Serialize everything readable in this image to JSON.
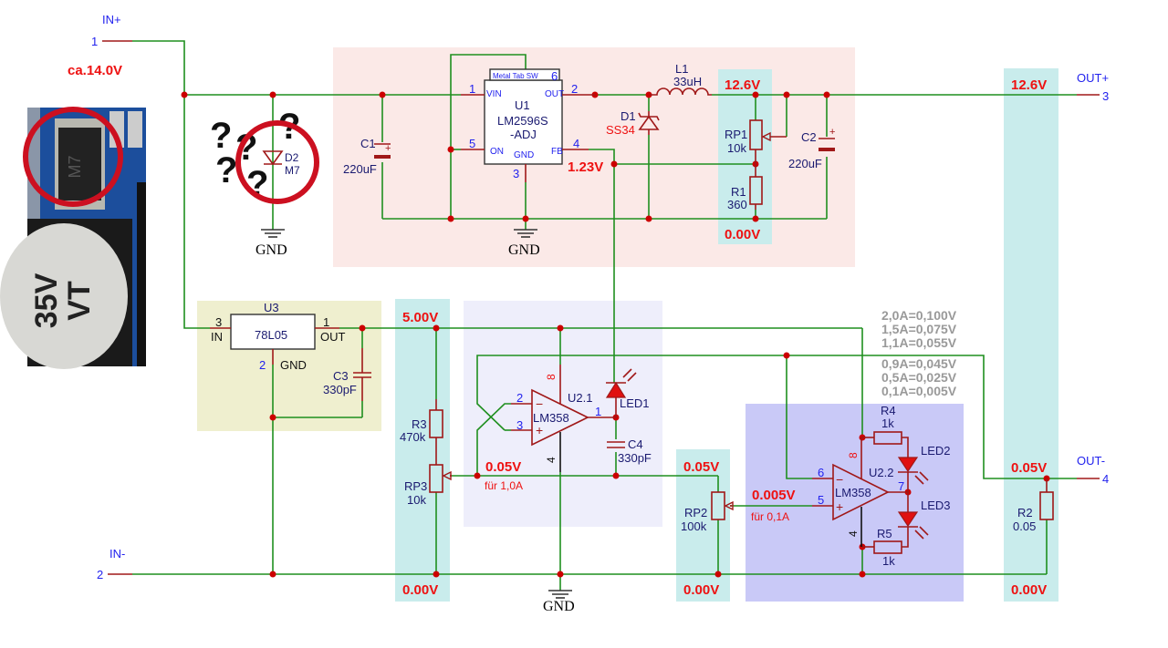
{
  "connectors": {
    "in_plus": {
      "label": "IN+",
      "pin": "1"
    },
    "in_minus": {
      "label": "IN-",
      "pin": "2"
    },
    "out_plus": {
      "label": "OUT+",
      "pin": "3"
    },
    "out_minus": {
      "label": "OUT-",
      "pin": "4"
    }
  },
  "input_voltage": "ca.14.0V",
  "photo": {
    "marking": "M7",
    "cap_text1": "35V",
    "cap_text2": "VT"
  },
  "question_mark": "?",
  "gnd": "GND",
  "d2": {
    "name": "D2",
    "value": "M7"
  },
  "c1": {
    "name": "C1",
    "value": "220uF"
  },
  "u1": {
    "name": "U1",
    "part1": "LM2596S",
    "part2": "-ADJ",
    "tab": "Metal Tab SW",
    "pin_tab": "6",
    "pin_vin": "1",
    "vin": "VIN",
    "pin_out": "2",
    "out": "OUT",
    "pin_on": "5",
    "on": "ON",
    "pin_gnd": "3",
    "gnd": "GND",
    "pin_fb": "4",
    "fb": "FB"
  },
  "l1": {
    "name": "L1",
    "value": "33uH"
  },
  "d1": {
    "name": "D1",
    "value": "SS34"
  },
  "rp1": {
    "name": "RP1",
    "value": "10k"
  },
  "r1": {
    "name": "R1",
    "value": "360"
  },
  "c2": {
    "name": "C2",
    "value": "220uF"
  },
  "u3": {
    "name": "U3",
    "part": "78L05",
    "pin_in": "3",
    "in": "IN",
    "pin_out": "1",
    "out": "OUT",
    "pin_gnd": "2",
    "gnd": "GND"
  },
  "c3": {
    "name": "C3",
    "value": "330pF"
  },
  "r3": {
    "name": "R3",
    "value": "470k"
  },
  "rp3": {
    "name": "RP3",
    "value": "10k"
  },
  "u21": {
    "name": "U2.1",
    "part": "LM358",
    "pin_minus": "2",
    "pin_plus": "3",
    "pin_out": "1",
    "pin_vcc": "8",
    "pin_gnd": "4",
    "minus": "−",
    "plus": "+"
  },
  "led1": {
    "name": "LED1"
  },
  "c4": {
    "name": "C4",
    "value": "330pF"
  },
  "rp2": {
    "name": "RP2",
    "value": "100k"
  },
  "u22": {
    "name": "U2.2",
    "part": "LM358",
    "pin_minus": "6",
    "pin_plus": "5",
    "pin_out": "7",
    "pin_vcc": "8",
    "pin_gnd": "4",
    "minus": "−",
    "plus": "+"
  },
  "r4": {
    "name": "R4",
    "value": "1k"
  },
  "r5": {
    "name": "R5",
    "value": "1k"
  },
  "led2": {
    "name": "LED2"
  },
  "led3": {
    "name": "LED3"
  },
  "r2": {
    "name": "R2",
    "value": "0.05"
  },
  "voltages": {
    "fb": "1.23V",
    "out_top": "12.6V",
    "out_bottom": "0.00V",
    "rail_top": "12.6V",
    "rail_mid": "0.05V",
    "rail_bottom": "0.00V",
    "ref5_top": "5.00V",
    "ref5_bottom": "0.00V",
    "set1": "0.05V",
    "set1_note": "für 1,0A",
    "rp2_top": "0.05V",
    "rp2_bottom": "0.00V",
    "set2": "0.005V",
    "set2_note": "für 0,1A"
  },
  "current_table": [
    {
      "text": "2,0A=0,100V",
      "color": "#999999"
    },
    {
      "text": "1,5A=0,075V",
      "color": "#999999"
    },
    {
      "text": "1,1A=0,055V",
      "color": "#ee1111"
    },
    {
      "text": "0,9A=0,045V",
      "color": "#118833"
    },
    {
      "text": "0,5A=0,025V",
      "color": "#999999"
    },
    {
      "text": "0,1A=0,005V",
      "color": "#999999"
    }
  ]
}
